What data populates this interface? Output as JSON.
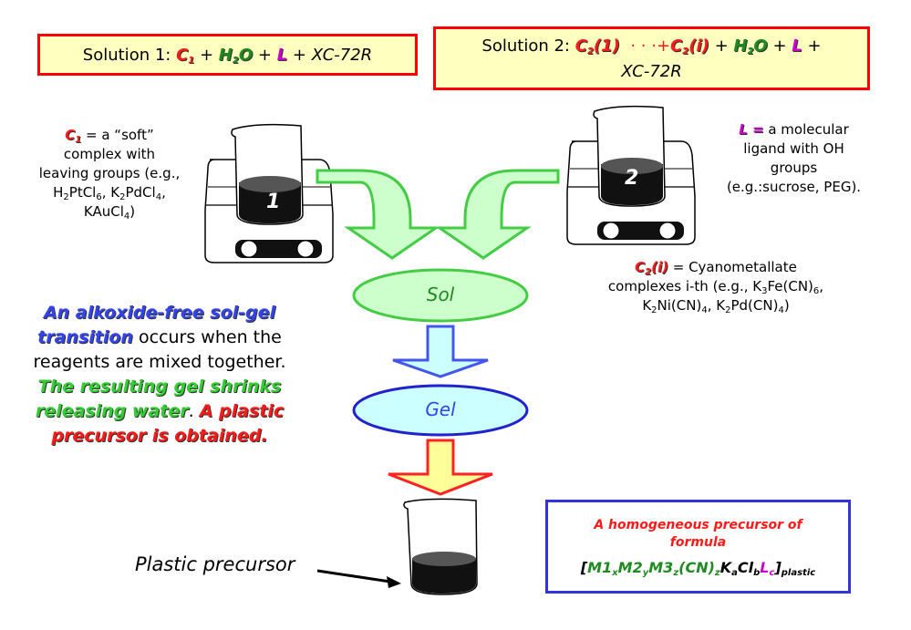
{
  "solution1": {
    "prefix": "Solution 1: ",
    "c1": "C",
    "c1_sub": "1",
    "plus": " + ",
    "h2o_h": "H",
    "h2o_sub": "2",
    "h2o_o": "O",
    "ligand": "L",
    "carbon": "XC-72R"
  },
  "solution2": {
    "prefix": "Solution 2: ",
    "c2a": "C",
    "c2a_sub": "2",
    "c2a_idx": "(1)",
    "dots": "  · · ·+",
    "c2b": "C",
    "c2b_sub": "2",
    "c2b_idx": "(i)",
    "h2o_h": "H",
    "h2o_sub": "2",
    "h2o_o": "O",
    "ligand": "L",
    "plus": " + ",
    "carbon": "XC-72R"
  },
  "beakers": {
    "beaker1_label": "1",
    "beaker2_label": "2"
  },
  "c1_desc": {
    "symbol": "C",
    "symbol_sub": "1",
    "line1": " = a “soft”",
    "line2": "complex with",
    "line3": "leaving groups (e.g.,",
    "ex1_a": "H",
    "ex1_b": "2",
    "ex1_c": "PtCl",
    "ex1_d": "6",
    "ex2_a": ", K",
    "ex2_b": "2",
    "ex2_c": "PdCl",
    "ex2_d": "4",
    "ex2_e": ",",
    "ex3_a": "KAuCl",
    "ex3_b": "4",
    "ex3_c": ")"
  },
  "l_desc": {
    "symbol": "L =",
    "line1": " a molecular",
    "line2": "ligand with OH",
    "line3": "groups",
    "line4": "(e.g.:sucrose, PEG)."
  },
  "c2_desc": {
    "symbol": "C",
    "symbol_sub": "2",
    "symbol_idx": "(i)",
    "line1": " = Cyanometallate",
    "line2_a": "complexes i-th (e.g., K",
    "line2_b": "3",
    "line2_c": "Fe(CN)",
    "line2_d": "6",
    "line2_e": ",",
    "line3_a": "K",
    "line3_b": "2",
    "line3_c": "Ni(CN)",
    "line3_d": "4",
    "line3_e": ", K",
    "line3_f": "2",
    "line3_g": "Pd(CN)",
    "line3_h": "4",
    "line3_i": ")"
  },
  "flow": {
    "sol_label": "Sol",
    "gel_label": "Gel"
  },
  "note": {
    "blue_part": "An alkoxide-free sol-gel transition",
    "black_part": " occurs when the reagents are mixed together. ",
    "green_part": "The resulting gel shrinks releasing water",
    "dot": ". ",
    "red_part": "A plastic precursor is obtained."
  },
  "plastic_label": "Plastic precursor",
  "formula_box": {
    "title": "A homogeneous precursor of formula",
    "f_open": "[",
    "m1": "M1",
    "x": "x",
    "m2": "M2",
    "y": "y",
    "m3": "M3",
    "z": "z",
    "cn": "(CN)",
    "z2": "z",
    "k": "K",
    "a": "a",
    "cl": "Cl",
    "b": "b",
    "l": "L",
    "c": "c",
    "f_close": "]",
    "plastic": "plastic"
  },
  "colors": {
    "red": "#ff1a1a",
    "green": "#1f8a1f",
    "light_green": "#33cc33",
    "magenta": "#cc00cc",
    "blue": "#3344ee",
    "box_fill": "#ffffc0",
    "sol_fill": "#ccffcc",
    "gel_fill": "#ccffff"
  }
}
